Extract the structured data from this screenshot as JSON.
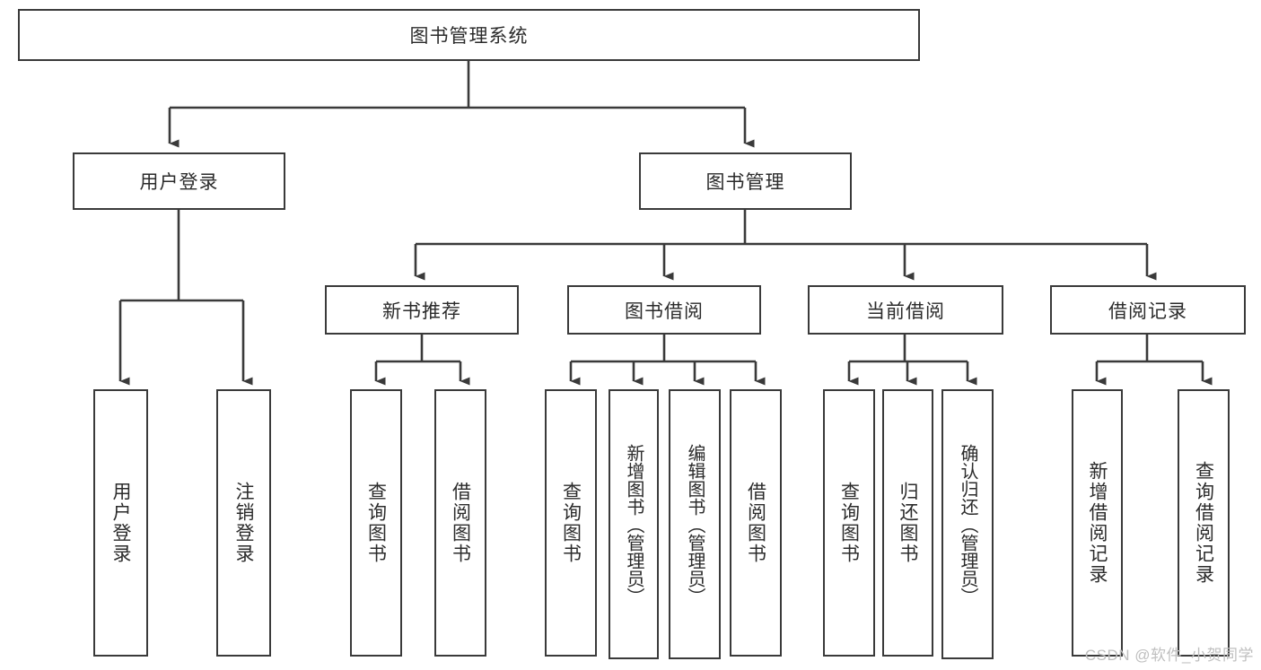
{
  "diagram": {
    "title": "图书管理系统",
    "type": "tree-hierarchy-diagram",
    "colors": {
      "stroke": "#3a3a3a",
      "fill": "#ffffff",
      "text": "#2b2b2b",
      "watermark": "#bfbfbf"
    },
    "root": {
      "label": "图书管理系统"
    },
    "level2": [
      {
        "label": "用户登录"
      },
      {
        "label": "图书管理"
      }
    ],
    "level3": [
      {
        "label": "新书推荐"
      },
      {
        "label": "图书借阅"
      },
      {
        "label": "当前借阅"
      },
      {
        "label": "借阅记录"
      }
    ],
    "leaves": {
      "user_login": [
        {
          "label": "用户登录"
        },
        {
          "label": "注销登录"
        }
      ],
      "new_book_recommend": [
        {
          "label": "查询图书"
        },
        {
          "label": "借阅图书"
        }
      ],
      "book_borrow": [
        {
          "label": "查询图书"
        },
        {
          "label": "新增图书（管理员）"
        },
        {
          "label": "编辑图书（管理员）"
        },
        {
          "label": "借阅图书"
        }
      ],
      "current_borrow": [
        {
          "label": "查询图书"
        },
        {
          "label": "归还图书"
        },
        {
          "label": "确认归还（管理员）"
        }
      ],
      "borrow_record": [
        {
          "label": "新增借阅记录"
        },
        {
          "label": "查询借阅记录"
        }
      ]
    },
    "watermark": "CSDN @软件_小贺同学"
  }
}
